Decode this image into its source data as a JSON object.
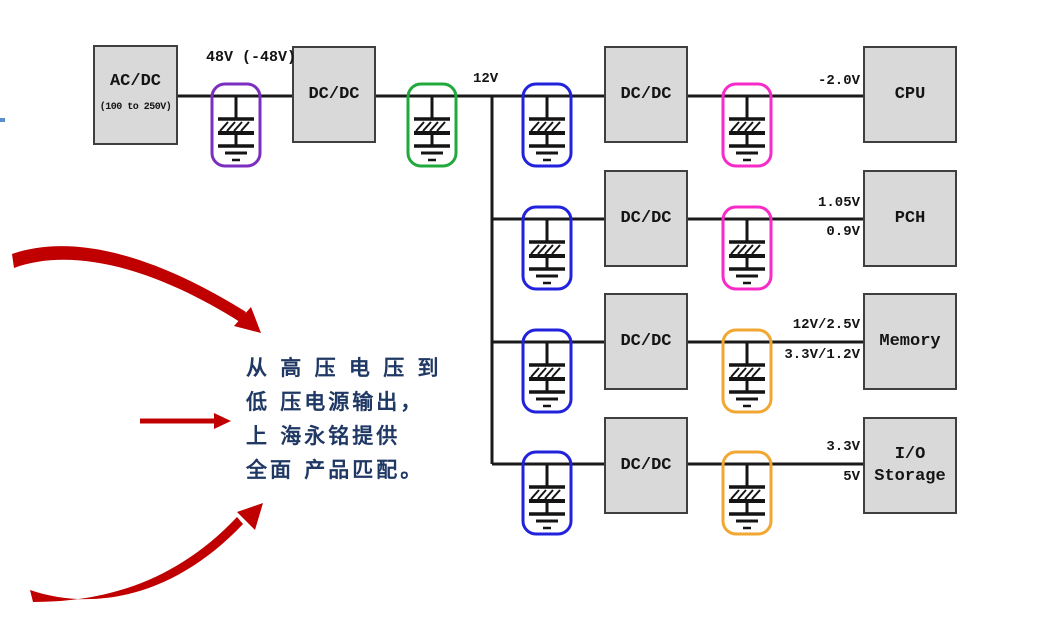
{
  "diagram": {
    "input_block": {
      "label": "AC/DC",
      "range": "(100 to 250V)"
    },
    "front_converter": {
      "label": "DC/DC"
    },
    "labels": {
      "input_rail": "48V (-48V)",
      "intermediate_rail": "12V"
    },
    "rows": [
      {
        "converter": "DC/DC",
        "voltage_top": "-2.0V",
        "voltage_bottom": "",
        "load": "CPU"
      },
      {
        "converter": "DC/DC",
        "voltage_top": "1.05V",
        "voltage_bottom": "0.9V",
        "load": "PCH"
      },
      {
        "converter": "DC/DC",
        "voltage_top": "12V/2.5V",
        "voltage_bottom": "3.3V/1.2V",
        "load": "Memory"
      },
      {
        "converter": "DC/DC",
        "voltage_top": "3.3V",
        "voltage_bottom": "5V",
        "load": "I/O Storage"
      }
    ],
    "colors": {
      "input_cap": "#7B2FC0",
      "bulk_cap": "#21A93E",
      "rail_cap": "#2222DD",
      "cpu_pch_cap": "#F72BC8",
      "mem_io_cap": "#F2A733",
      "wire": "#1A1A1A",
      "block_fill": "#D9D9D9",
      "block_border": "#3F3F3F",
      "arrow_red": "#C00000",
      "annotation_navy": "#1F3864"
    }
  },
  "annotation": {
    "lines": [
      "从 高 压 电 压 到",
      "低 压电源输出，",
      "上 海永铭提供",
      "全面 产品匹配。"
    ]
  }
}
